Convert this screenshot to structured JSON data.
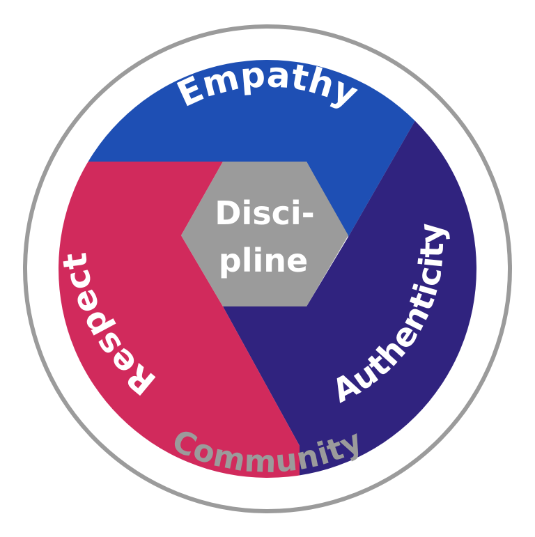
{
  "ring": {
    "label": "Community",
    "color": "#9b9b9b"
  },
  "segments": {
    "empathy": {
      "label": "Empathy",
      "color": "#1e4fb4"
    },
    "authenticity": {
      "label": "Authenticity",
      "color": "#30237f"
    },
    "respect": {
      "label": "Respect",
      "color": "#d12a5c"
    }
  },
  "center": {
    "line1": "Disci-",
    "line2": "pline",
    "color": "#9b9b9b"
  },
  "text_color": "#ffffff"
}
